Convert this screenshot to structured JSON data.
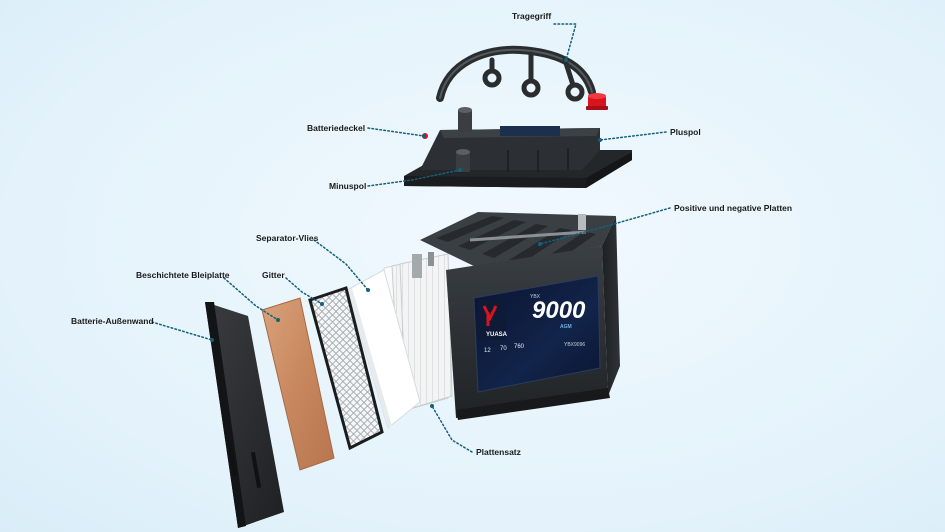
{
  "labels": {
    "tragegriff": "Tragegriff",
    "batteriedeckel": "Batteriedeckel",
    "pluspol": "Pluspol",
    "minuspol": "Minuspol",
    "platten": "Positive und negative Platten",
    "separator": "Separator-Vlies",
    "bleiplatte": "Beschichtete Bleiplatte",
    "gitter": "Gitter",
    "aussenwand": "Batterie-Außenwand",
    "plattensatz": "Plattensatz"
  },
  "battery": {
    "brand": "YUASA",
    "model": "9000",
    "model_prefix": "YBX",
    "series": "AGM",
    "spec_voltage": "12",
    "spec_capacity": "70",
    "spec_cca": "760",
    "part_number": "YBX9096"
  },
  "colors": {
    "accent": "#15607a",
    "battery_body": "#2b2f33",
    "label_blue": "#0c1c3a",
    "plus_pole": "#d8141e"
  }
}
